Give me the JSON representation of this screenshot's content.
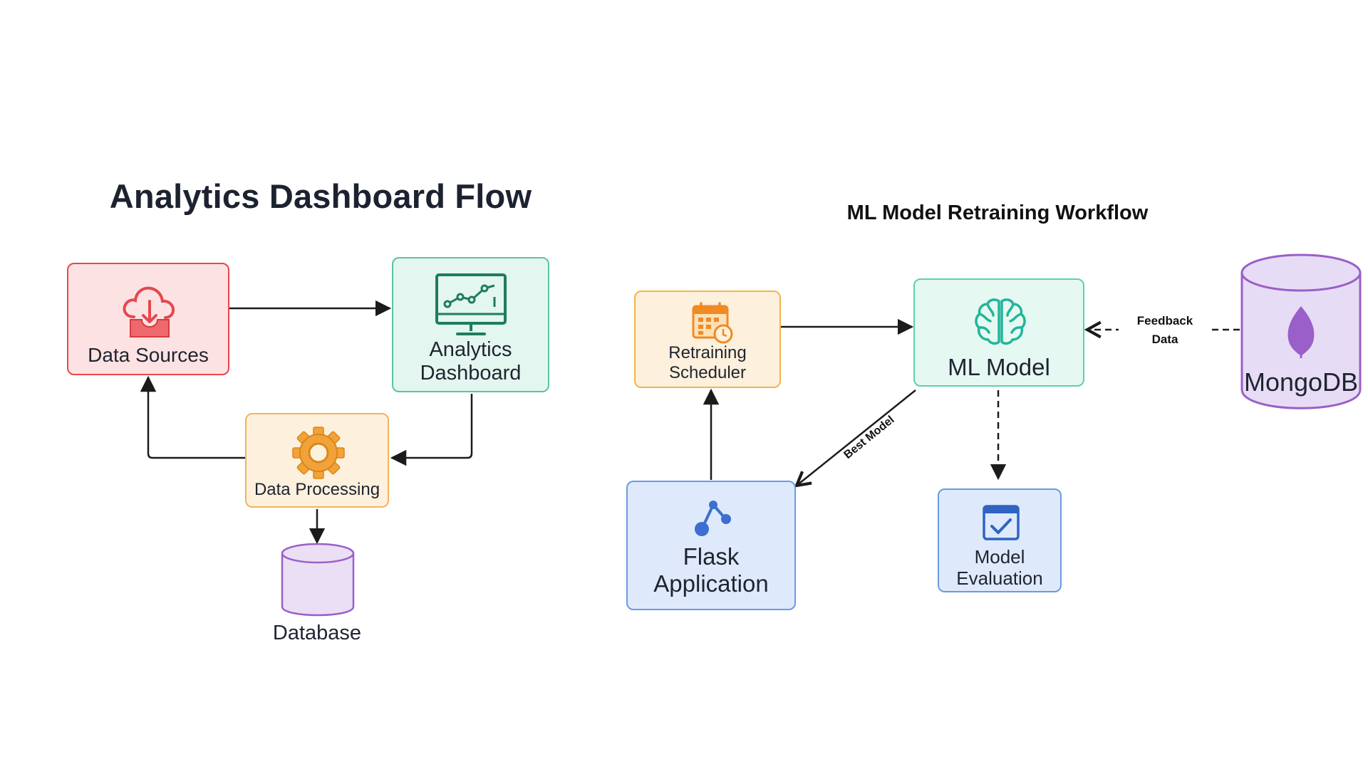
{
  "left": {
    "title": "Analytics Dashboard Flow",
    "nodes": {
      "data_sources": "Data Sources",
      "analytics_dashboard_line1": "Analytics",
      "analytics_dashboard_line2": "Dashboard",
      "data_processing": "Data Processing",
      "database": "Database"
    },
    "colors": {
      "data_sources": "#e5484d",
      "analytics_dashboard": "#3fb28e",
      "data_processing": "#f2a23a",
      "database": "#9a5fc8"
    }
  },
  "right": {
    "title": "ML Model Retraining Workflow",
    "nodes": {
      "retraining_scheduler_line1": "Retraining",
      "retraining_scheduler_line2": "Scheduler",
      "ml_model": "ML Model",
      "flask_application_line1": "Flask",
      "flask_application_line2": "Application",
      "model_evaluation_line1": "Model",
      "model_evaluation_line2": "Evaluation",
      "mongodb": "MongoDB"
    },
    "edge_labels": {
      "feedback_line1": "Feedback",
      "feedback_line2": "Data",
      "best_model": "Best Model"
    },
    "colors": {
      "retraining_scheduler": "#f2b54a",
      "ml_model": "#3fc7a8",
      "flask_application": "#5b8fd9",
      "model_evaluation": "#5b8fd9",
      "mongodb": "#9a5fc8"
    }
  }
}
